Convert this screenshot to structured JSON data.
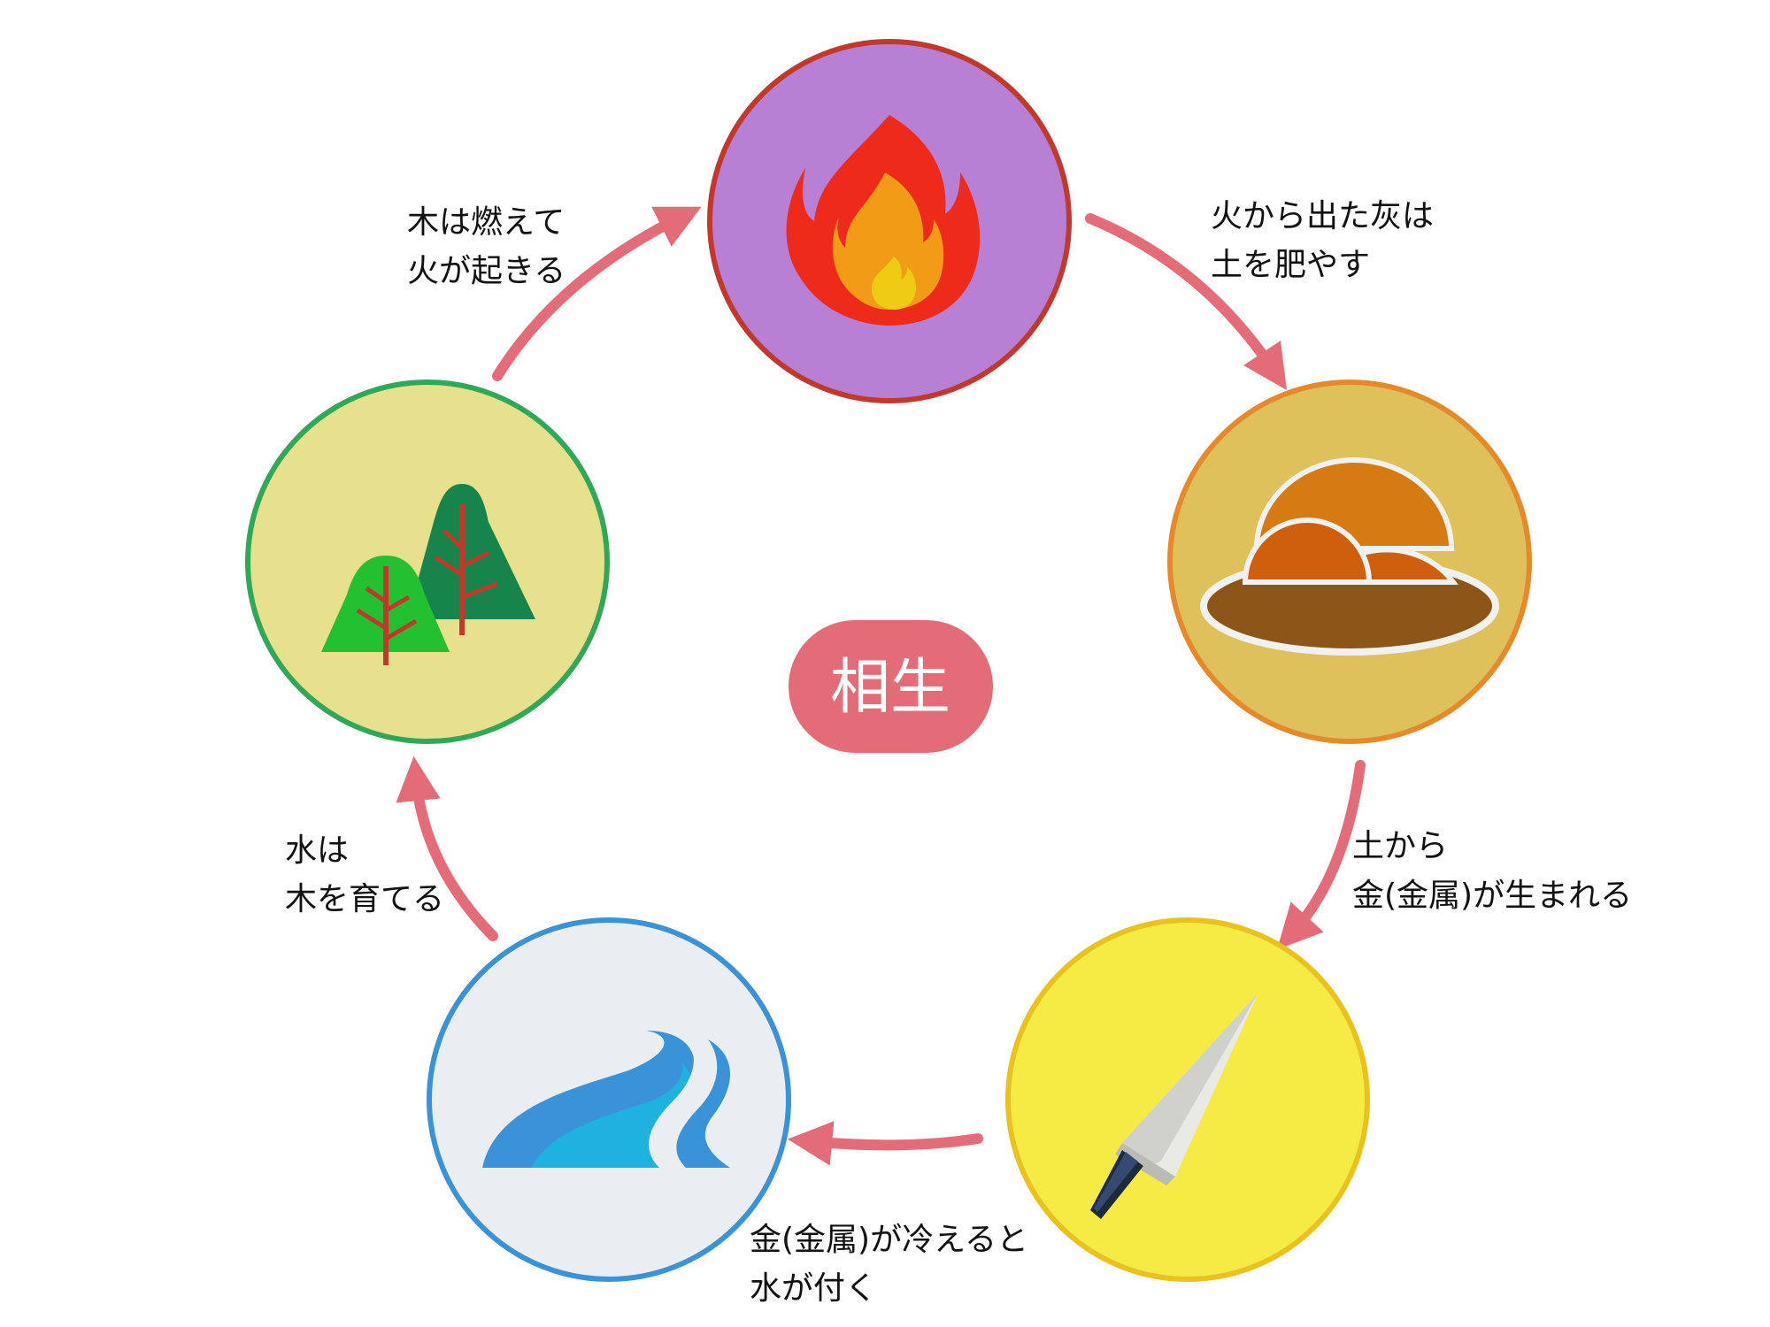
{
  "center": {
    "label": "相生",
    "color": "#E46C78"
  },
  "arrow_color": "#E46C78",
  "elements": [
    {
      "id": "fire",
      "icon": "flame-icon",
      "fill": "#B880D4",
      "stroke": "#C0392B"
    },
    {
      "id": "earth",
      "icon": "soil-bowl-icon",
      "fill": "#DFC15C",
      "stroke": "#E6892A"
    },
    {
      "id": "metal",
      "icon": "blade-icon",
      "fill": "#F6EA45",
      "stroke": "#E9C21D"
    },
    {
      "id": "water",
      "icon": "river-icon",
      "fill": "#EBEEF0",
      "stroke": "#3A93D8"
    },
    {
      "id": "wood",
      "icon": "trees-icon",
      "fill": "#E7E08C",
      "stroke": "#2FA85A"
    }
  ],
  "captions": {
    "wood_to_fire": {
      "line1": "木は燃えて",
      "line2": "火が起きる"
    },
    "fire_to_earth": {
      "line1": "火から出た灰は",
      "line2": "土を肥やす"
    },
    "earth_to_metal": {
      "line1": "土から",
      "line2": "金(金属)が生まれる"
    },
    "metal_to_water": {
      "line1": "金(金属)が冷えると",
      "line2": "水が付く"
    },
    "water_to_wood": {
      "line1": "水は",
      "line2": "木を育てる"
    }
  }
}
